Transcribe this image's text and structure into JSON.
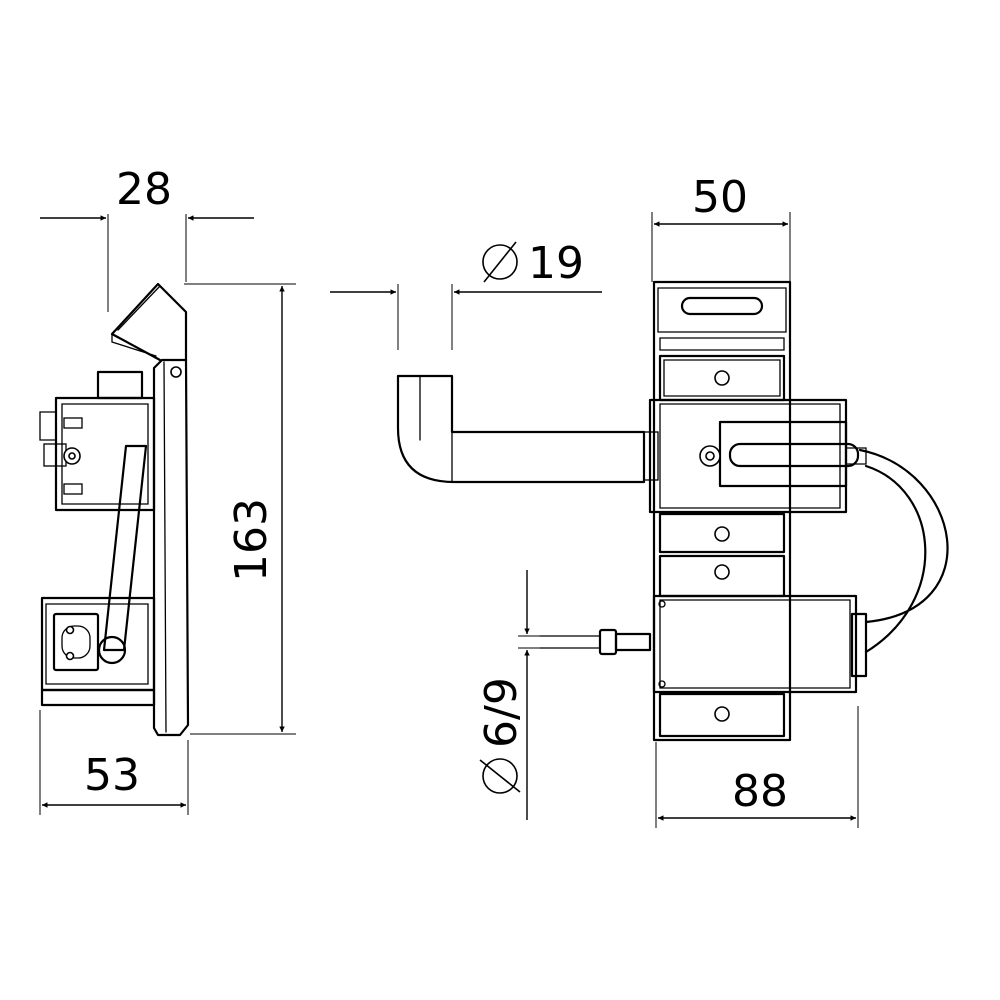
{
  "dimensions": {
    "side_top_depth": "28",
    "side_height": "163",
    "side_bottom_depth": "53",
    "handle_diameter": "19",
    "front_top_width": "50",
    "cable_diameter": "6/9",
    "front_bottom_width": "88"
  }
}
